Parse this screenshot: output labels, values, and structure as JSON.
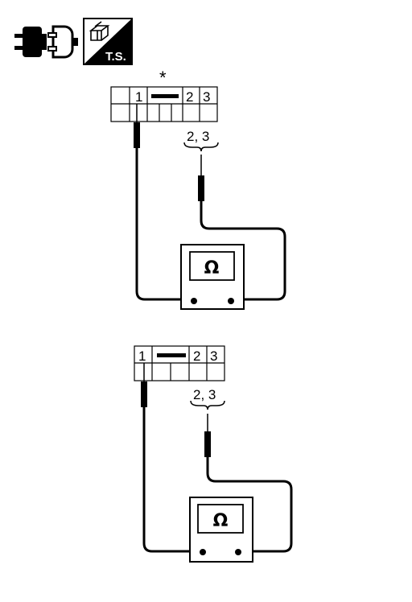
{
  "header": {
    "connector_icon": "connector-disconnect-icon",
    "ts_icon": "troubleshooting-icon",
    "ts_label": "T.S."
  },
  "diagram_top": {
    "asterisk": "*",
    "pin_1": "1",
    "pin_2": "2",
    "pin_3": "3",
    "probe_label": "2, 3",
    "meter_symbol": "Ω"
  },
  "diagram_bottom": {
    "pin_1": "1",
    "pin_2": "2",
    "pin_3": "3",
    "probe_label": "2, 3",
    "meter_symbol": "Ω"
  }
}
